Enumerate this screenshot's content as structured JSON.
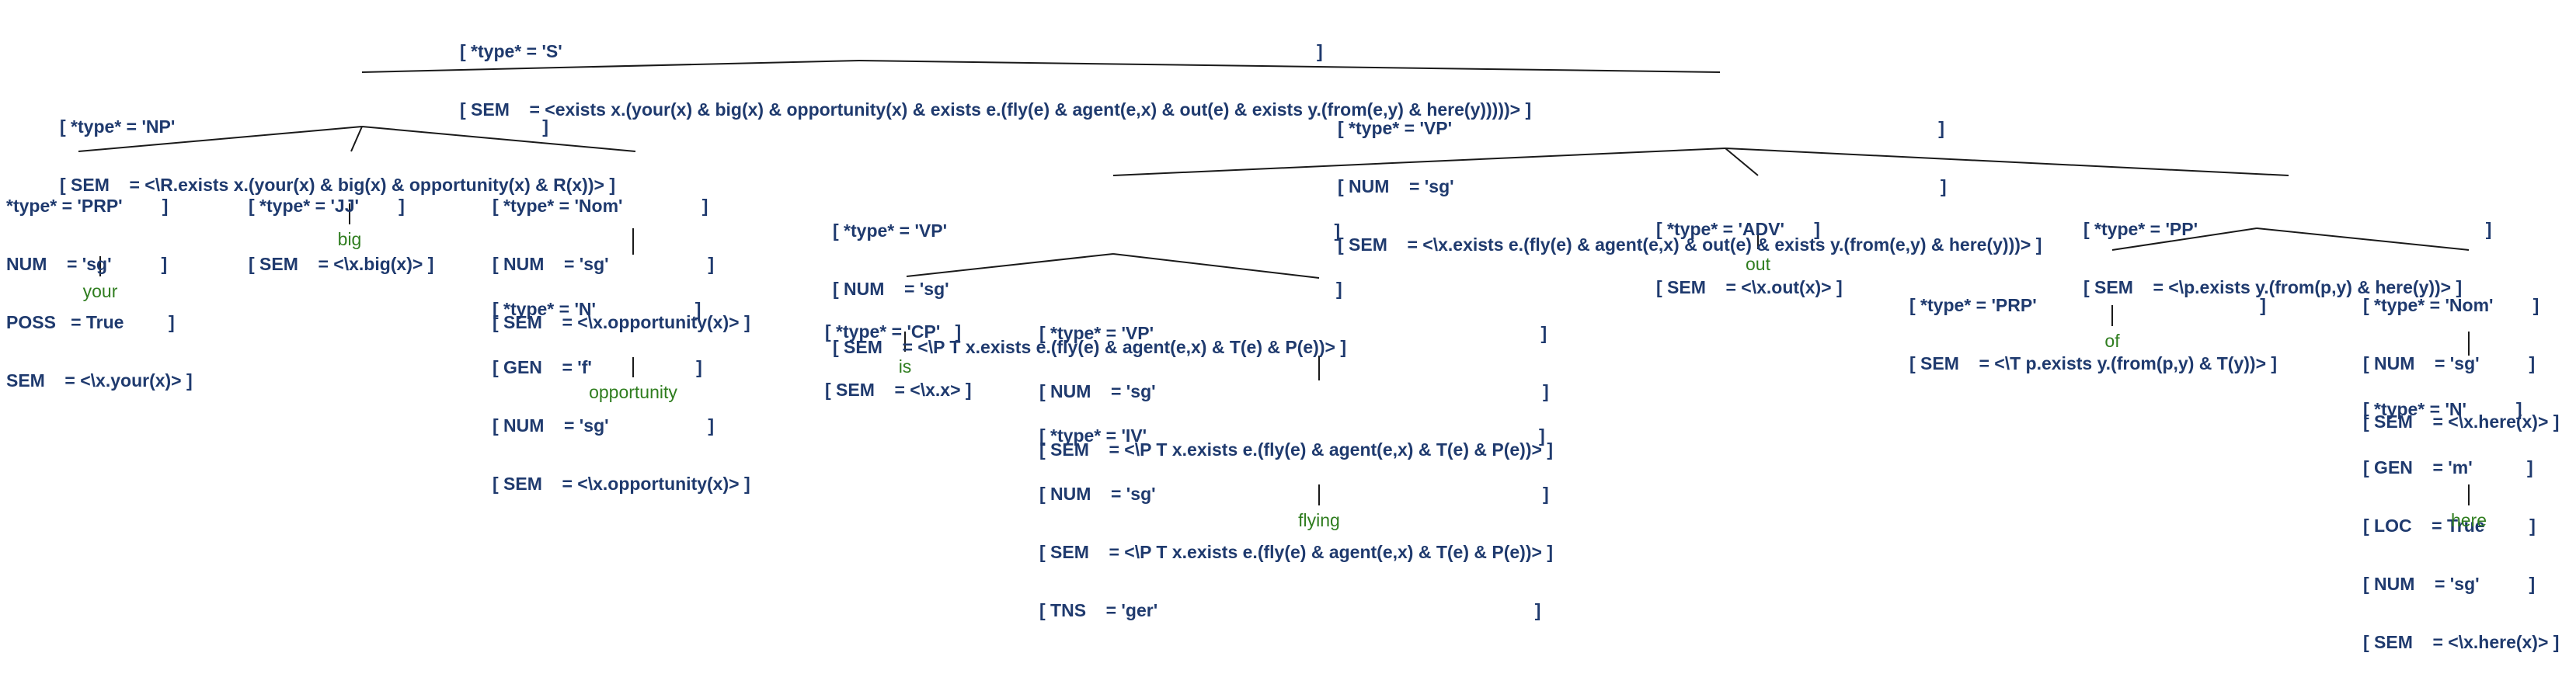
{
  "colors": {
    "feature_text": "#1f3a6e",
    "leaf_text": "#2f7d1f",
    "edge": "#1a1a1a",
    "background": "#ffffff"
  },
  "nodes": [
    {
      "id": "s",
      "rows": [
        "[ *type* = 'S'                                                                                                                                                        ]",
        "[ SEM    = <exists x.(your(x) & big(x) & opportunity(x) & exists e.(fly(e) & agent(e,x) & out(e) & exists y.(from(e,y) & here(y)))))> ]"
      ]
    },
    {
      "id": "np",
      "rows": [
        "[ *type* = 'NP'                                                                          ]",
        "[ SEM    = <\\R.exists x.(your(x) & big(x) & opportunity(x) & R(x))> ]"
      ]
    },
    {
      "id": "prp1",
      "rows": [
        "*type* = 'PRP'        ]",
        "NUM    = 'sg'          ]",
        "POSS   = True         ]",
        "SEM    = <\\x.your(x)> ]"
      ]
    },
    {
      "id": "jj",
      "rows": [
        "[ *type* = 'JJ'        ]",
        "[ SEM    = <\\x.big(x)> ]"
      ]
    },
    {
      "id": "nom1",
      "rows": [
        "[ *type* = 'Nom'                ]",
        "[ NUM    = 'sg'                    ]",
        "[ SEM    = <\\x.opportunity(x)> ]"
      ]
    },
    {
      "id": "n1",
      "rows": [
        "[ *type* = 'N'                    ]",
        "[ GEN    = 'f'                     ]",
        "[ NUM    = 'sg'                    ]",
        "[ SEM    = <\\x.opportunity(x)> ]"
      ]
    },
    {
      "id": "vp1",
      "rows": [
        "[ *type* = 'VP'                                                                                                  ]",
        "[ NUM    = 'sg'                                                                                                  ]",
        "[ SEM    = <\\x.exists e.(fly(e) & agent(e,x) & out(e) & exists y.(from(e,y) & here(y)))> ]"
      ]
    },
    {
      "id": "vp2",
      "rows": [
        "[ *type* = 'VP'                                                                              ]",
        "[ NUM    = 'sg'                                                                              ]",
        "[ SEM    = <\\P T x.exists e.(fly(e) & agent(e,x) & T(e) & P(e))> ]"
      ]
    },
    {
      "id": "adv",
      "rows": [
        "[ *type* = 'ADV'      ]",
        "[ SEM    = <\\x.out(x)> ]"
      ]
    },
    {
      "id": "pp",
      "rows": [
        "[ *type* = 'PP'                                                          ]",
        "[ SEM    = <\\p.exists y.(from(p,y) & here(y))> ]"
      ]
    },
    {
      "id": "cp",
      "rows": [
        "[ *type* = 'CP'   ]",
        "[ SEM    = <\\x.x> ]"
      ]
    },
    {
      "id": "vp3",
      "rows": [
        "[ *type* = 'VP'                                                                              ]",
        "[ NUM    = 'sg'                                                                              ]",
        "[ SEM    = <\\P T x.exists e.(fly(e) & agent(e,x) & T(e) & P(e))> ]"
      ]
    },
    {
      "id": "iv",
      "rows": [
        "[ *type* = 'IV'                                                                               ]",
        "[ NUM    = 'sg'                                                                              ]",
        "[ SEM    = <\\P T x.exists e.(fly(e) & agent(e,x) & T(e) & P(e))> ]",
        "[ TNS    = 'ger'                                                                            ]"
      ]
    },
    {
      "id": "prp2",
      "rows": [
        "[ *type* = 'PRP'                                             ]",
        "[ SEM    = <\\T p.exists y.(from(p,y) & T(y))> ]"
      ]
    },
    {
      "id": "nom2",
      "rows": [
        "[ *type* = 'Nom'        ]",
        "[ NUM    = 'sg'          ]",
        "[ SEM    = <\\x.here(x)> ]"
      ]
    },
    {
      "id": "n2",
      "rows": [
        "[ *type* = 'N'          ]",
        "[ GEN    = 'm'           ]",
        "[ LOC    = True         ]",
        "[ NUM    = 'sg'          ]",
        "[ SEM    = <\\x.here(x)> ]"
      ]
    }
  ],
  "leaves": [
    {
      "id": "your",
      "text": "your"
    },
    {
      "id": "big",
      "text": "big"
    },
    {
      "id": "opportunity",
      "text": "opportunity"
    },
    {
      "id": "is",
      "text": "is"
    },
    {
      "id": "flying",
      "text": "flying"
    },
    {
      "id": "out",
      "text": "out"
    },
    {
      "id": "of",
      "text": "of"
    },
    {
      "id": "here",
      "text": "here"
    }
  ]
}
